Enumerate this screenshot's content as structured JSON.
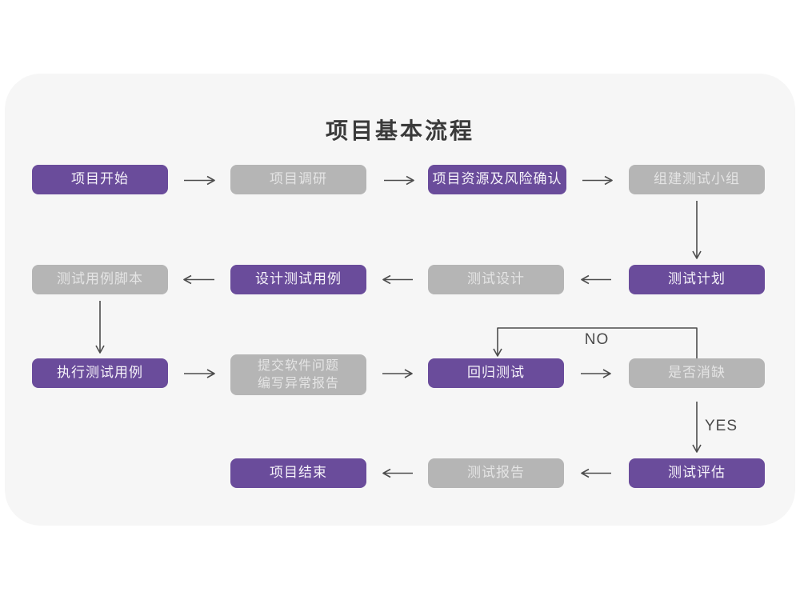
{
  "title": "项目基本流程",
  "flow": {
    "nodes": {
      "start": {
        "label": "项目开始"
      },
      "research": {
        "label": "项目调研"
      },
      "risk": {
        "label": "项目资源及风险确认"
      },
      "team": {
        "label": "组建测试小组"
      },
      "script": {
        "label": "测试用例脚本"
      },
      "design_cases": {
        "label": "设计测试用例"
      },
      "design": {
        "label": "测试设计"
      },
      "plan": {
        "label": "测试计划"
      },
      "execute": {
        "label": "执行测试用例"
      },
      "submit": {
        "label": "提交软件问题\n编写异常报告"
      },
      "regression": {
        "label": "回归测试"
      },
      "defect_check": {
        "label": "是否消缺"
      },
      "evaluation": {
        "label": "测试评估"
      },
      "report": {
        "label": "测试报告"
      },
      "end": {
        "label": "项目结束"
      }
    },
    "decision": {
      "no": "NO",
      "yes": "YES"
    }
  },
  "colors": {
    "accent_purple": "#6a4c9b",
    "node_gray": "#b5b5b5",
    "card_background": "#f6f6f6",
    "arrow": "#4d4d4d"
  }
}
